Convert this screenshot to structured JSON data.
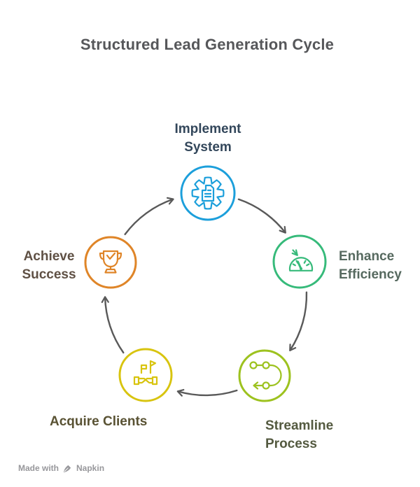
{
  "title": "Structured Lead Generation Cycle",
  "cycle": {
    "nodes": [
      {
        "label": "Implement System",
        "lines": [
          "Implement",
          "System"
        ],
        "color": "#1c9fdb",
        "label_color": "#33475b",
        "icon": "gear-document-icon"
      },
      {
        "label": "Enhance Efficiency",
        "lines": [
          "Enhance",
          "Efficiency"
        ],
        "color": "#36ba7a",
        "label_color": "#56695f",
        "icon": "gauge-arrow-icon"
      },
      {
        "label": "Streamline Process",
        "lines": [
          "Streamline",
          "Process"
        ],
        "color": "#9dc21f",
        "label_color": "#545a40",
        "icon": "flow-path-icon"
      },
      {
        "label": "Acquire Clients",
        "lines": [
          "Acquire Clients"
        ],
        "color": "#d8c40f",
        "label_color": "#595233",
        "icon": "handshake-flags-icon"
      },
      {
        "label": "Achieve Success",
        "lines": [
          "Achieve",
          "Success"
        ],
        "color": "#df8528",
        "label_color": "#5f5044",
        "icon": "trophy-check-icon"
      }
    ],
    "flow_order": [
      "Implement System",
      "Enhance Efficiency",
      "Streamline Process",
      "Acquire Clients",
      "Achieve Success"
    ],
    "arrow_color": "#595959"
  },
  "watermark": {
    "prefix": "Made with",
    "brand": "Napkin"
  }
}
